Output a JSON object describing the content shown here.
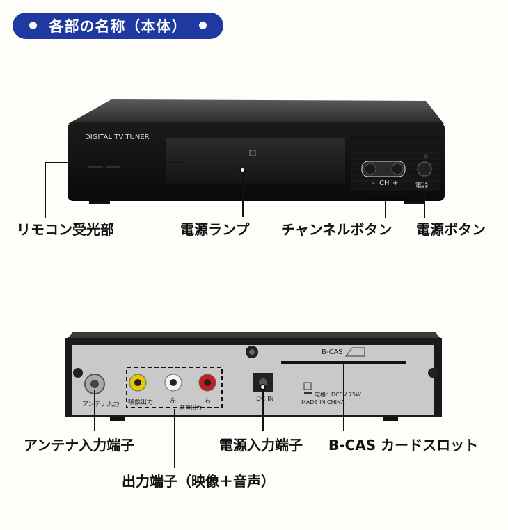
{
  "header": {
    "title": "各部の名称（本体）",
    "color": "#1e3aa0"
  },
  "front_device": {
    "brand_text": "DIGITAL TV TUNER",
    "ch_label": "CH",
    "ch_minus": "-",
    "ch_plus": "+",
    "power_text": "電源"
  },
  "rear_device": {
    "bcas_text": "B-CAS",
    "antenna_text": "アンテナ入力",
    "video_out_text": "映像出力",
    "left_text": "左",
    "right_text": "右",
    "audio_out_text": "音声出力",
    "dcin_text": "DC IN",
    "rating_text": "定格：DC5V   75W",
    "made_in_text": "MADE IN CHINA"
  },
  "labels": {
    "remote_receiver": "リモコン受光部",
    "power_lamp": "電源ランプ",
    "channel_buttons": "チャンネルボタン",
    "power_button": "電源ボタン",
    "antenna_input": "アンテナ入力端子",
    "power_input": "電源入力端子",
    "bcas_slot": "B-CAS カードスロット",
    "output_terminals": "出力端子（映像＋音声）"
  }
}
